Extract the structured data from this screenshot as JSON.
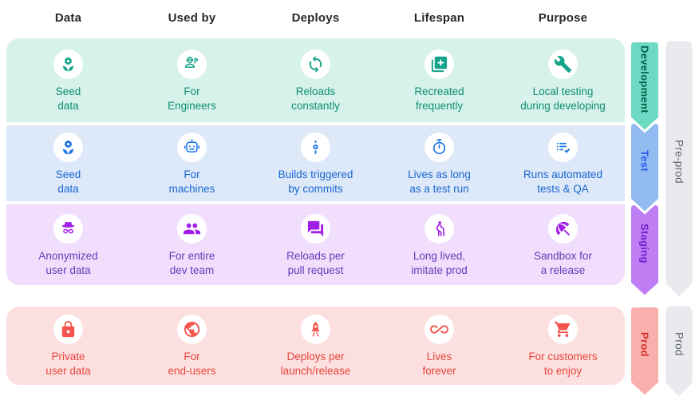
{
  "header": {
    "columns": [
      "Data",
      "Used by",
      "Deploys",
      "Lifespan",
      "Purpose"
    ]
  },
  "palette": {
    "group_bar_bg": "#e8eaed",
    "group_text": "#5f6368",
    "header_text": "#28292c",
    "icon_circle_bg": "#ffffff"
  },
  "groups": [
    {
      "label": "Pre-prod"
    },
    {
      "label": "Prod"
    }
  ],
  "rows": [
    {
      "stage": "Development",
      "group": "Pre-prod",
      "colors": {
        "bg": "#d7f2ea",
        "icon": "#12a489",
        "text": "#0e8e76",
        "arrowBg": "#6ddac3",
        "arrowText": "#07604e"
      },
      "cells": [
        {
          "icon": "seed-icon",
          "line1": "Seed",
          "line2": "data"
        },
        {
          "icon": "engineer-icon",
          "line1": "For",
          "line2": "Engineers"
        },
        {
          "icon": "sync-icon",
          "line1": "Reloads",
          "line2": "constantly"
        },
        {
          "icon": "copy-add-icon",
          "line1": "Recreated",
          "line2": "frequently"
        },
        {
          "icon": "wrench-icon",
          "line1": "Local testing",
          "line2": "during developing"
        }
      ]
    },
    {
      "stage": "Test",
      "group": "Pre-prod",
      "colors": {
        "bg": "#dde8f8",
        "icon": "#1a73e8",
        "text": "#1967d2",
        "arrowBg": "#92bbf2",
        "arrowText": "#2a5cf0"
      },
      "cells": [
        {
          "icon": "seed-icon",
          "line1": "Seed",
          "line2": "data"
        },
        {
          "icon": "robot-icon",
          "line1": "For",
          "line2": "machines"
        },
        {
          "icon": "commit-icon",
          "line1": "Builds triggered",
          "line2": "by commits"
        },
        {
          "icon": "stopwatch-icon",
          "line1": "Lives as long",
          "line2": "as a test run"
        },
        {
          "icon": "checklist-icon",
          "line1": "Runs automated",
          "line2": "tests & QA"
        }
      ]
    },
    {
      "stage": "Staging",
      "group": "Pre-prod",
      "colors": {
        "bg": "#f1ddfc",
        "icon": "#a21fe8",
        "text": "#6a39b8",
        "arrowBg": "#c07ef5",
        "arrowText": "#6f22cc"
      },
      "cells": [
        {
          "icon": "incognito-icon",
          "line1": "Anonymized",
          "line2": "user data"
        },
        {
          "icon": "team-icon",
          "line1": "For entire",
          "line2": "dev team"
        },
        {
          "icon": "chat-icon",
          "line1": "Reloads per",
          "line2": "pull request"
        },
        {
          "icon": "elderly-icon",
          "line1": "Long lived,",
          "line2": "imitate prod"
        },
        {
          "icon": "umbrella-icon",
          "line1": "Sandbox for",
          "line2": "a release"
        }
      ]
    },
    {
      "stage": "Prod",
      "group": "Prod",
      "colors": {
        "bg": "#fcdfdf",
        "icon": "#f4544c",
        "text": "#e8463c",
        "arrowBg": "#f9b0ad",
        "arrowText": "#db332b"
      },
      "cells": [
        {
          "icon": "lock-icon",
          "line1": "Private",
          "line2": "user data"
        },
        {
          "icon": "globe-icon",
          "line1": "For",
          "line2": "end-users"
        },
        {
          "icon": "rocket-icon",
          "line1": "Deploys per",
          "line2": "launch/release"
        },
        {
          "icon": "infinity-icon",
          "line1": "Lives",
          "line2": "forever"
        },
        {
          "icon": "cart-icon",
          "line1": "For customers",
          "line2": "to enjoy"
        }
      ]
    }
  ]
}
